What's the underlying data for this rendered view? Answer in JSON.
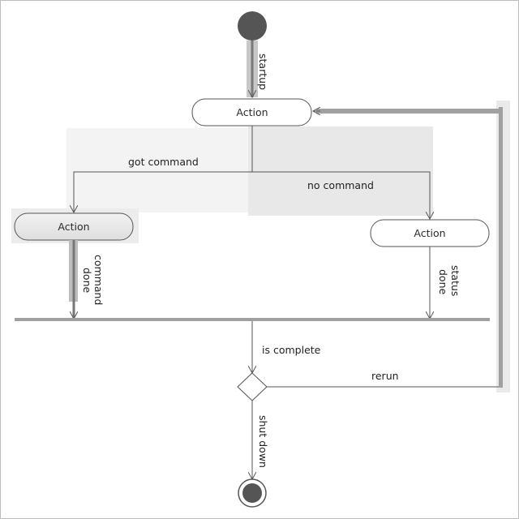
{
  "diagram": {
    "nodes": {
      "main_action": "Action",
      "left_action": "Action",
      "right_action": "Action"
    },
    "edges": {
      "startup": "startup",
      "got_command": "got command",
      "no_command": "no command",
      "command_done": [
        "command",
        "done"
      ],
      "status_done": [
        "status",
        "done"
      ],
      "is_complete": "is complete",
      "rerun": "rerun",
      "shut_down": "shut down"
    }
  },
  "colors": {
    "node_fill": "#ffffff",
    "node_stroke": "#555555",
    "edge": "#555555",
    "bar": "#a0a0a0",
    "shading": "#e8e8e8",
    "initial_node": "#555555"
  }
}
